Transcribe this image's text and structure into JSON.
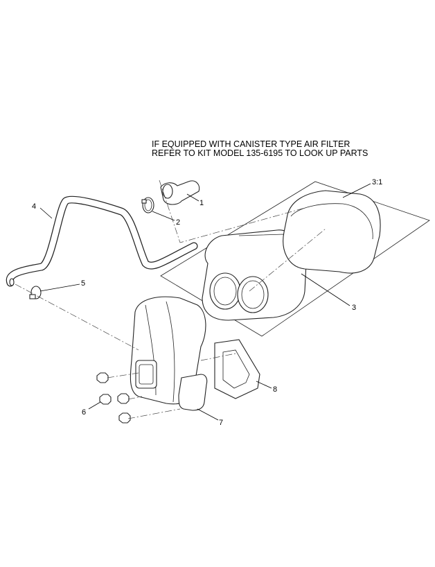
{
  "note": {
    "line1": "IF EQUIPPED WITH CANISTER TYPE AIR FILTER",
    "line2": "REFER TO KIT MODEL 135-6195 TO LOOK UP PARTS"
  },
  "callouts": {
    "c1": "1",
    "c2": "2",
    "c3": "3",
    "c3_1": "3:1",
    "c4": "4",
    "c5": "5",
    "c6": "6",
    "c7": "7",
    "c8": "8"
  }
}
